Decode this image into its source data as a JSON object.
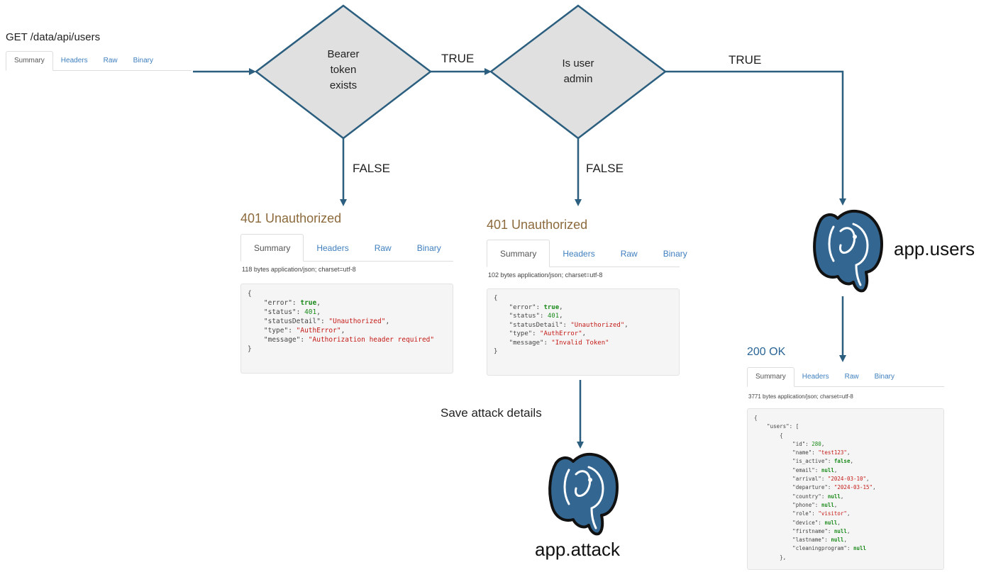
{
  "request": {
    "title": "GET /data/api/users",
    "tabs": [
      "Summary",
      "Headers",
      "Raw",
      "Binary"
    ],
    "active_tab": "Summary"
  },
  "decisions": [
    {
      "label_lines": [
        "Bearer",
        "token",
        "exists"
      ],
      "true_label": "TRUE",
      "false_label": "FALSE"
    },
    {
      "label_lines": [
        "Is user",
        "admin"
      ],
      "true_label": "TRUE",
      "false_label": "FALSE"
    }
  ],
  "responses": [
    {
      "status": "401 Unauthorized",
      "tabs": [
        "Summary",
        "Headers",
        "Raw",
        "Binary"
      ],
      "meta": "118 bytes application/json; charset=utf-8",
      "body_lines": [
        [
          {
            "t": "{",
            "c": "k"
          }
        ],
        [
          {
            "t": "    \"error\": ",
            "c": "k"
          },
          {
            "t": "true",
            "c": "b"
          },
          {
            "t": ",",
            "c": "k"
          }
        ],
        [
          {
            "t": "    \"status\": ",
            "c": "k"
          },
          {
            "t": "401",
            "c": "n"
          },
          {
            "t": ",",
            "c": "k"
          }
        ],
        [
          {
            "t": "    \"statusDetail\": ",
            "c": "k"
          },
          {
            "t": "\"Unauthorized\"",
            "c": "s"
          },
          {
            "t": ",",
            "c": "k"
          }
        ],
        [
          {
            "t": "    \"type\": ",
            "c": "k"
          },
          {
            "t": "\"AuthError\"",
            "c": "s"
          },
          {
            "t": ",",
            "c": "k"
          }
        ],
        [
          {
            "t": "    \"message\": ",
            "c": "k"
          },
          {
            "t": "\"Authorization header required\"",
            "c": "s"
          }
        ],
        [
          {
            "t": "}",
            "c": "k"
          }
        ]
      ]
    },
    {
      "status": "401 Unauthorized",
      "tabs": [
        "Summary",
        "Headers",
        "Raw",
        "Binary"
      ],
      "meta": "102 bytes application/json; charset=utf-8",
      "body_lines": [
        [
          {
            "t": "{",
            "c": "k"
          }
        ],
        [
          {
            "t": "    \"error\": ",
            "c": "k"
          },
          {
            "t": "true",
            "c": "b"
          },
          {
            "t": ",",
            "c": "k"
          }
        ],
        [
          {
            "t": "    \"status\": ",
            "c": "k"
          },
          {
            "t": "401",
            "c": "n"
          },
          {
            "t": ",",
            "c": "k"
          }
        ],
        [
          {
            "t": "    \"statusDetail\": ",
            "c": "k"
          },
          {
            "t": "\"Unauthorized\"",
            "c": "s"
          },
          {
            "t": ",",
            "c": "k"
          }
        ],
        [
          {
            "t": "    \"type\": ",
            "c": "k"
          },
          {
            "t": "\"AuthError\"",
            "c": "s"
          },
          {
            "t": ",",
            "c": "k"
          }
        ],
        [
          {
            "t": "    \"message\": ",
            "c": "k"
          },
          {
            "t": "\"Invalid Token\"",
            "c": "s"
          }
        ],
        [
          {
            "t": "}",
            "c": "k"
          }
        ]
      ]
    },
    {
      "status": "200 OK",
      "tabs": [
        "Summary",
        "Headers",
        "Raw",
        "Binary"
      ],
      "meta": "3771 bytes application/json; charset=utf-8",
      "body_lines": [
        [
          {
            "t": "{",
            "c": "k"
          }
        ],
        [
          {
            "t": "    \"users\": [",
            "c": "k"
          }
        ],
        [
          {
            "t": "        {",
            "c": "k"
          }
        ],
        [
          {
            "t": "            \"id\": ",
            "c": "k"
          },
          {
            "t": "280",
            "c": "n"
          },
          {
            "t": ",",
            "c": "k"
          }
        ],
        [
          {
            "t": "            \"name\": ",
            "c": "k"
          },
          {
            "t": "\"test123\"",
            "c": "s"
          },
          {
            "t": ",",
            "c": "k"
          }
        ],
        [
          {
            "t": "            \"is_active\": ",
            "c": "k"
          },
          {
            "t": "false",
            "c": "b"
          },
          {
            "t": ",",
            "c": "k"
          }
        ],
        [
          {
            "t": "            \"email\": ",
            "c": "k"
          },
          {
            "t": "null",
            "c": "b"
          },
          {
            "t": ",",
            "c": "k"
          }
        ],
        [
          {
            "t": "            \"arrival\": ",
            "c": "k"
          },
          {
            "t": "\"2024-03-10\"",
            "c": "s"
          },
          {
            "t": ",",
            "c": "k"
          }
        ],
        [
          {
            "t": "            \"departure\": ",
            "c": "k"
          },
          {
            "t": "\"2024-03-15\"",
            "c": "s"
          },
          {
            "t": ",",
            "c": "k"
          }
        ],
        [
          {
            "t": "            \"country\": ",
            "c": "k"
          },
          {
            "t": "null",
            "c": "b"
          },
          {
            "t": ",",
            "c": "k"
          }
        ],
        [
          {
            "t": "            \"phone\": ",
            "c": "k"
          },
          {
            "t": "null",
            "c": "b"
          },
          {
            "t": ",",
            "c": "k"
          }
        ],
        [
          {
            "t": "            \"role\": ",
            "c": "k"
          },
          {
            "t": "\"visitor\"",
            "c": "s"
          },
          {
            "t": ",",
            "c": "k"
          }
        ],
        [
          {
            "t": "            \"device\": ",
            "c": "k"
          },
          {
            "t": "null",
            "c": "b"
          },
          {
            "t": ",",
            "c": "k"
          }
        ],
        [
          {
            "t": "            \"firstname\": ",
            "c": "k"
          },
          {
            "t": "null",
            "c": "b"
          },
          {
            "t": ",",
            "c": "k"
          }
        ],
        [
          {
            "t": "            \"lastname\": ",
            "c": "k"
          },
          {
            "t": "null",
            "c": "b"
          },
          {
            "t": ",",
            "c": "k"
          }
        ],
        [
          {
            "t": "            \"cleaningprogram\": ",
            "c": "k"
          },
          {
            "t": "null",
            "c": "b"
          }
        ],
        [
          {
            "t": "        },",
            "c": "k"
          }
        ]
      ]
    }
  ],
  "save_label": "Save attack details",
  "databases": [
    {
      "name": "app.users",
      "icon": "postgresql-elephant-icon"
    },
    {
      "name": "app.attack",
      "icon": "postgresql-elephant-icon"
    }
  ],
  "colors": {
    "arrow": "#2c5f7f",
    "diamond_fill": "#e0e0e0",
    "diamond_stroke": "#2c5f7f",
    "elephant_fill": "#336791",
    "status_401": "#8c6a3c",
    "status_200": "#2a6496"
  }
}
